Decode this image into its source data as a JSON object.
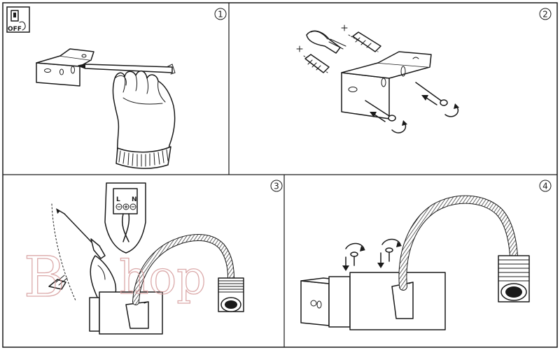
{
  "panels": [
    {
      "id": "panel-1",
      "step": "1"
    },
    {
      "id": "panel-2",
      "step": "2"
    },
    {
      "id": "panel-3",
      "step": "3"
    },
    {
      "id": "panel-4",
      "step": "4"
    }
  ],
  "power_switch": {
    "label": "OFF"
  },
  "terminal_block": {
    "live": "L",
    "neutral": "N"
  },
  "watermark": {
    "text": "B",
    "text2": "hop"
  },
  "icons": [
    "power-off-icon",
    "pencil-icon",
    "hand-icon",
    "drill-icon",
    "screwdriver-icon",
    "screw-icon",
    "wall-plug-icon",
    "mounting-bracket-icon",
    "wall-lamp-icon"
  ],
  "colors": {
    "line": "#1a1a1a",
    "watermark": "#d59b9b",
    "background": "#ffffff"
  }
}
